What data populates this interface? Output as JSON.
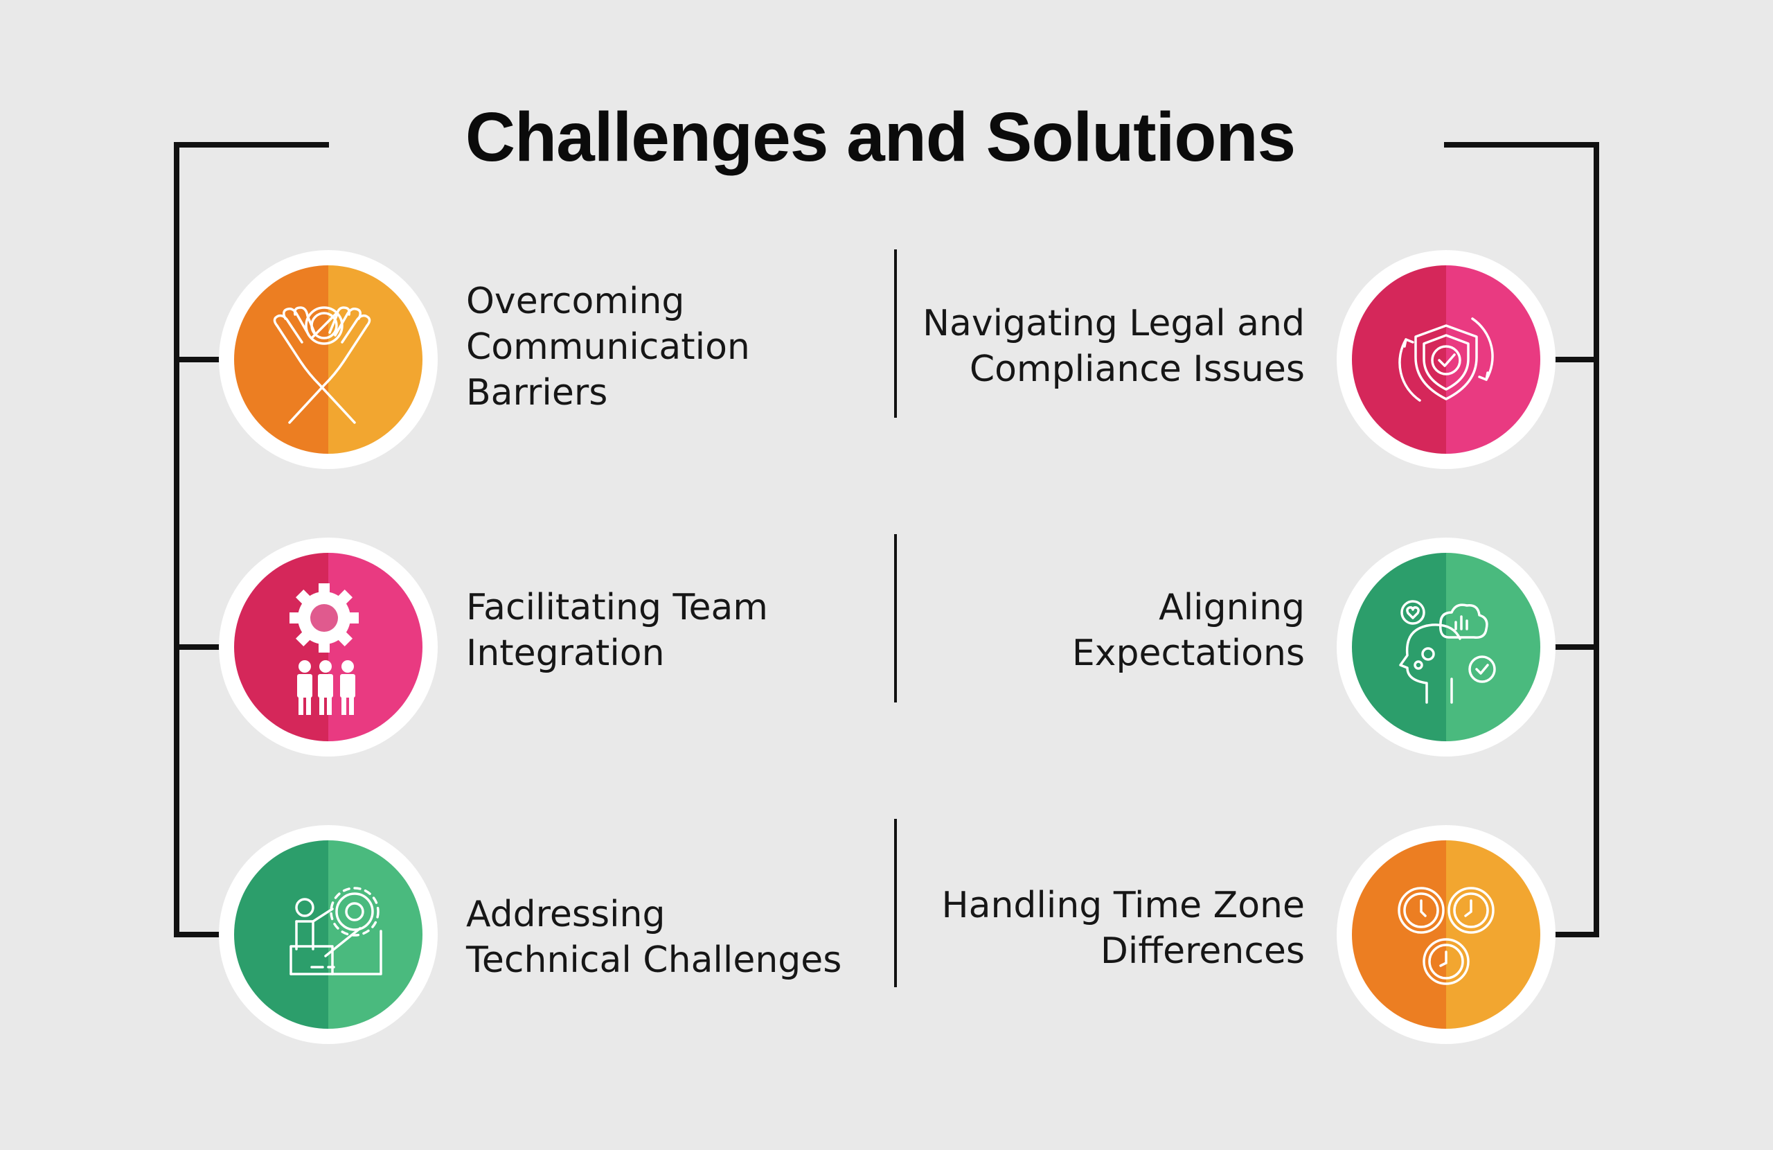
{
  "title": "Challenges and Solutions",
  "colors": {
    "orange_dark": "#EC7E22",
    "orange_light": "#F2A630",
    "pink_dark": "#D5275A",
    "pink_light": "#E93A81",
    "green_dark": "#2C9E6B",
    "green_light": "#4ABA7E",
    "line": "#111111",
    "ring": "#FFFFFF"
  },
  "items": [
    {
      "id": "communication",
      "label": "Overcoming\nCommunication\nBarriers",
      "icon": "crossed-hands-icon",
      "color": "orange"
    },
    {
      "id": "team",
      "label": "Facilitating Team\nIntegration",
      "icon": "gear-team-icon",
      "color": "pink"
    },
    {
      "id": "technical",
      "label": "Addressing\nTechnical Challenges",
      "icon": "person-gear-icon",
      "color": "green"
    },
    {
      "id": "legal",
      "label": "Navigating Legal and\nCompliance Issues",
      "icon": "shield-check-icon",
      "color": "pink"
    },
    {
      "id": "expectations",
      "label": "Aligning\nExpectations",
      "icon": "head-thoughts-icon",
      "color": "green"
    },
    {
      "id": "timezone",
      "label": "Handling Time Zone\nDifferences",
      "icon": "clocks-icon",
      "color": "orange"
    }
  ]
}
